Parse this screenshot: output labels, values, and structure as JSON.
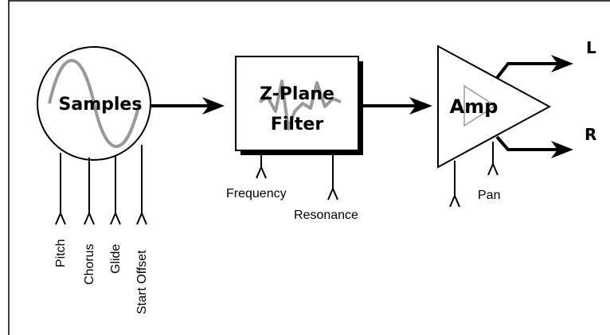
{
  "blocks": {
    "samples": "Samples",
    "filter_line1": "Z-Plane",
    "filter_line2": "Filter",
    "amp": "Amp"
  },
  "outputs": {
    "left": "L",
    "right": "R"
  },
  "sample_controls": [
    "Pitch",
    "Chorus",
    "Glide",
    "Start Offset"
  ],
  "filter_controls": {
    "frequency": "Frequency",
    "resonance": "Resonance"
  },
  "amp_controls": {
    "pan": "Pan"
  }
}
